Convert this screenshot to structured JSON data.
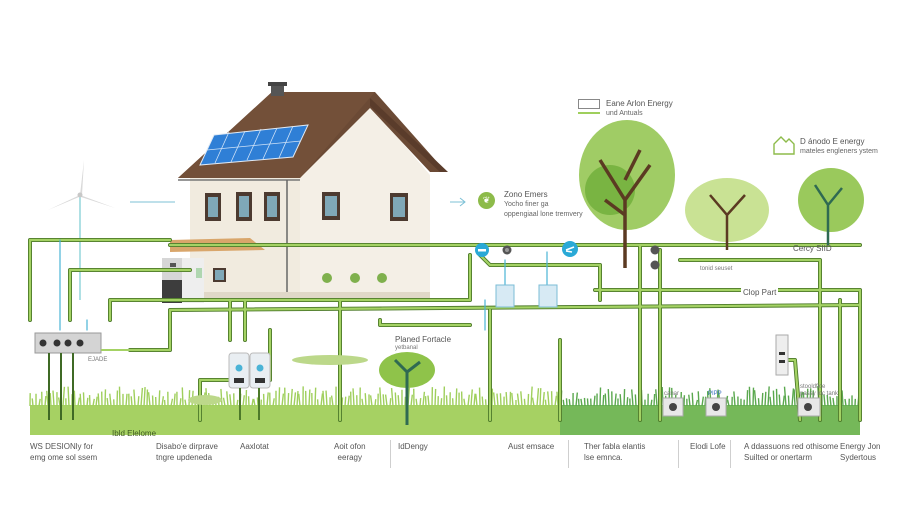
{
  "diagram": {
    "description": "Home renewable energy system with house, solar panels, wind turbine, trees and piping network",
    "colors": {
      "pipe": "#8dbb4a",
      "pipe_dark": "#4d7a2a",
      "water": "#4ab3d6",
      "grass": "#9fcf5c",
      "grass_dark": "#5aa84e",
      "wall": "#f1ebdf",
      "roof": "#6b4a35",
      "solar": "#2f7fd6",
      "trunk": "#5b3a22"
    },
    "callouts": [
      {
        "title": "Eane Arlon Energy",
        "subtitle": "und Antuals",
        "icon": "building-icon"
      },
      {
        "title": "D ánodo E energy",
        "subtitle": "mateles engleners ystem",
        "icon": "house-outline-icon"
      },
      {
        "title": "Zono Emers",
        "subtitle": "Yocho finer ga",
        "subtitle2": "oppengiaal lone tremvery",
        "icon": "leaf-icon"
      }
    ],
    "inline_labels": {
      "planted_fortacle": "Planed Fortacle",
      "planted_sub": "yetbanal",
      "cercy_sid": "Cercy SIID",
      "crop_part": "Clop Part",
      "tree_note": "tonid seuset",
      "panel_note": "EJADE",
      "grass_label": "Ibld Elelome",
      "meter_note_1": "canar",
      "meter_note_2": "PIPP",
      "meter_note_3": "stooldfice",
      "meter_note_3b": "passy loc tank"
    },
    "captions": [
      {
        "line1": "WS DESIONly for",
        "line2": "emg ome sol ssem"
      },
      {
        "line1": "Disabo'e dirprave",
        "line2": "tngre updeneda"
      },
      {
        "line1": "Aaxlotat",
        "line2": ""
      },
      {
        "line1": "Aoit ofon",
        "line2": "eeragy"
      },
      {
        "line1": "IdDengy",
        "line2": ""
      },
      {
        "line1": "Aust emsace",
        "line2": ""
      },
      {
        "line1": "Ther fabla elantis",
        "line2": "lse emnca."
      },
      {
        "line1": "Elodi Lofe",
        "line2": ""
      },
      {
        "line1": "A ddassuons red othisome",
        "line2": "Suilted or onertarm"
      },
      {
        "line1": "Energy Jon",
        "line2": "Sydertous"
      }
    ]
  }
}
